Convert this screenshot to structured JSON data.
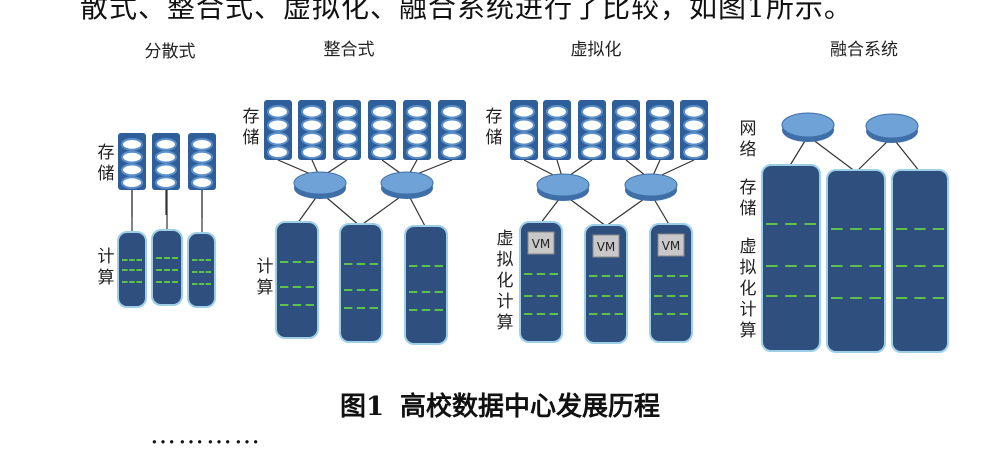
{
  "text_above": "散式、整合式、虚拟化、融合系统进行了比较，如图1所示。",
  "text_below": "…………",
  "diagram": {
    "panels": [
      {
        "title": "分散式",
        "labels": {
          "storage": "存储",
          "compute": "计算"
        }
      },
      {
        "title": "整合式",
        "labels": {
          "storage": "存储",
          "compute": "计算"
        }
      },
      {
        "title": "虚拟化",
        "labels": {
          "storage": "存储",
          "compute": "虚拟化计算"
        },
        "vm_label": "VM"
      },
      {
        "title": "融合系统",
        "labels": {
          "network": "网络",
          "storage": "存储",
          "compute": "虚拟化计算"
        }
      }
    ]
  },
  "caption": {
    "number": "图1",
    "text": "高校数据中心发展历程"
  },
  "colors": {
    "node_fill": "#2f4f7f",
    "node_stroke": "#9dd0e8",
    "bar_green": "#5dc24a",
    "disk_fill": "#5b8fc9",
    "disk_stroke": "#2f5f9a",
    "switch_fill": "#6fa3d8",
    "vm_fill": "#c8c8c8"
  }
}
